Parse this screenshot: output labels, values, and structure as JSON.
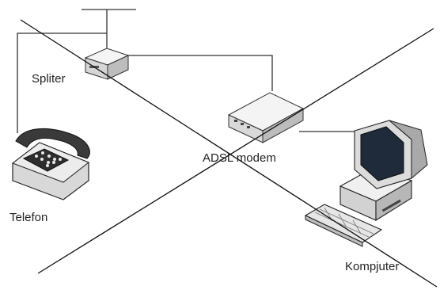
{
  "diagram": {
    "nodes": [
      {
        "id": "splitter",
        "label": "Spliter",
        "icon": "splitter-icon"
      },
      {
        "id": "modem",
        "label": "ADSL modem",
        "icon": "modem-icon"
      },
      {
        "id": "phone",
        "label": "Telefon",
        "icon": "telephone-icon"
      },
      {
        "id": "computer",
        "label": "Kompjuter",
        "icon": "computer-icon"
      }
    ],
    "connections": [
      {
        "from": "line",
        "to": "splitter"
      },
      {
        "from": "splitter",
        "to": "phone"
      },
      {
        "from": "splitter",
        "to": "modem"
      },
      {
        "from": "modem",
        "to": "computer"
      }
    ]
  },
  "colors": {
    "line": "#333333",
    "device_light": "#f2f2f2",
    "device_mid": "#c8c8c8",
    "device_dark": "#3a3a3a",
    "screen": "#1f2a3a"
  }
}
